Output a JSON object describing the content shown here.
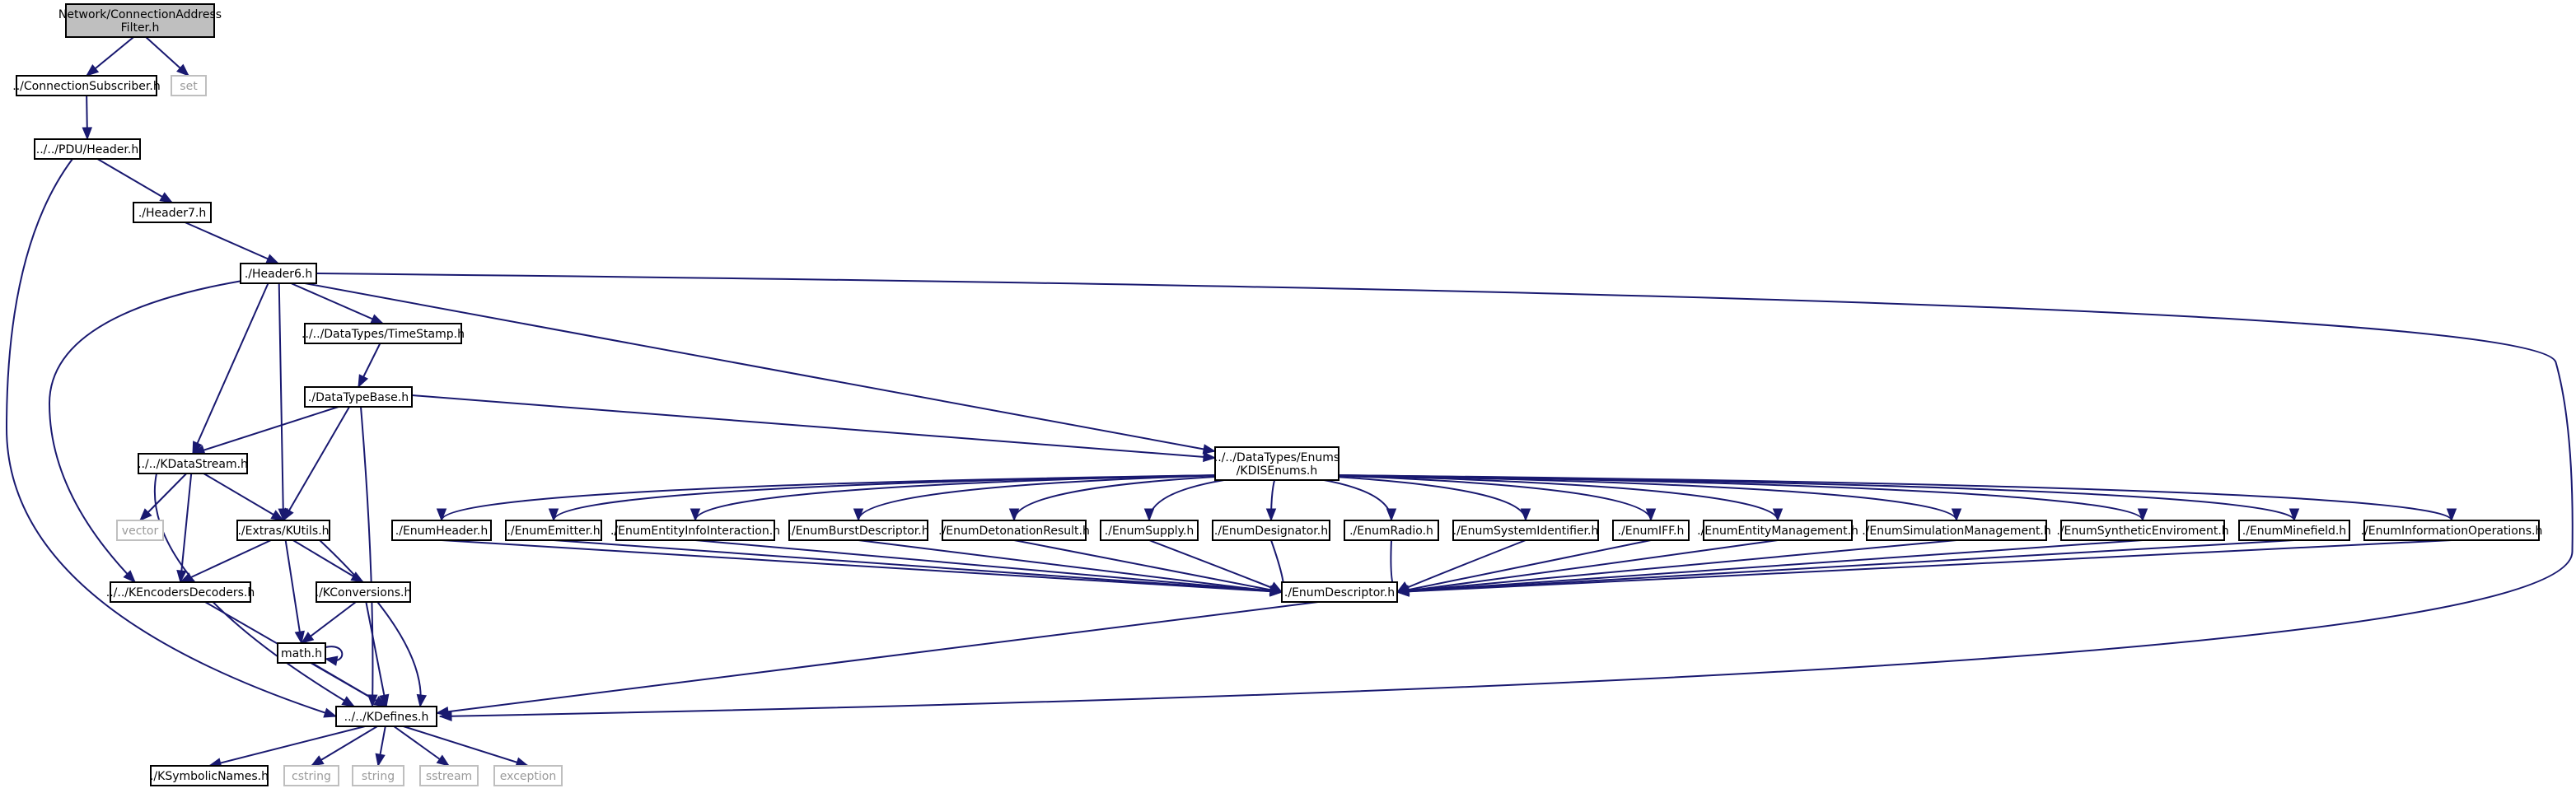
{
  "diagram": {
    "type": "include-dependency-graph",
    "colors": {
      "edge": "#191970",
      "node_border": "#000000",
      "external_border": "#bfbfbf",
      "external_text": "#9a9a9a",
      "root_fill": "#bfbfbf",
      "background": "#ffffff"
    },
    "nodes": [
      {
        "id": "root",
        "lines": [
          "Network/ConnectionAddress",
          "Filter.h"
        ],
        "kind": "root"
      },
      {
        "id": "connsub",
        "lines": [
          "../ConnectionSubscriber.h"
        ],
        "kind": "file"
      },
      {
        "id": "set",
        "lines": [
          "set"
        ],
        "kind": "external"
      },
      {
        "id": "pduheader",
        "lines": [
          "../../PDU/Header.h"
        ],
        "kind": "file"
      },
      {
        "id": "header7",
        "lines": [
          "./Header7.h"
        ],
        "kind": "file"
      },
      {
        "id": "header6",
        "lines": [
          "./Header6.h"
        ],
        "kind": "file"
      },
      {
        "id": "timestamp",
        "lines": [
          "../../DataTypes/TimeStamp.h"
        ],
        "kind": "file"
      },
      {
        "id": "datatypebase",
        "lines": [
          "./DataTypeBase.h"
        ],
        "kind": "file"
      },
      {
        "id": "kdisenums",
        "lines": [
          "../../DataTypes/Enums",
          "/KDISEnums.h"
        ],
        "kind": "file"
      },
      {
        "id": "kdatastream",
        "lines": [
          "../../KDataStream.h"
        ],
        "kind": "file"
      },
      {
        "id": "vector",
        "lines": [
          "vector"
        ],
        "kind": "external"
      },
      {
        "id": "kutils",
        "lines": [
          "./Extras/KUtils.h"
        ],
        "kind": "file"
      },
      {
        "id": "kencdec",
        "lines": [
          "../../KEncodersDecoders.h"
        ],
        "kind": "file"
      },
      {
        "id": "kconv",
        "lines": [
          "./KConversions.h"
        ],
        "kind": "file"
      },
      {
        "id": "math",
        "lines": [
          "math.h"
        ],
        "kind": "file"
      },
      {
        "id": "kdefines",
        "lines": [
          "../../KDefines.h"
        ],
        "kind": "file"
      },
      {
        "id": "ksymbolic",
        "lines": [
          "./KSymbolicNames.h"
        ],
        "kind": "file"
      },
      {
        "id": "cstring",
        "lines": [
          "cstring"
        ],
        "kind": "external"
      },
      {
        "id": "string",
        "lines": [
          "string"
        ],
        "kind": "external"
      },
      {
        "id": "sstream",
        "lines": [
          "sstream"
        ],
        "kind": "external"
      },
      {
        "id": "exception",
        "lines": [
          "exception"
        ],
        "kind": "external"
      },
      {
        "id": "enumheader",
        "lines": [
          "./EnumHeader.h"
        ],
        "kind": "file"
      },
      {
        "id": "enumemitter",
        "lines": [
          "./EnumEmitter.h"
        ],
        "kind": "file"
      },
      {
        "id": "enumentityinfo",
        "lines": [
          "./EnumEntityInfoInteraction.h"
        ],
        "kind": "file"
      },
      {
        "id": "enumburst",
        "lines": [
          "./EnumBurstDescriptor.h"
        ],
        "kind": "file"
      },
      {
        "id": "enumdetonation",
        "lines": [
          "./EnumDetonationResult.h"
        ],
        "kind": "file"
      },
      {
        "id": "enumsupply",
        "lines": [
          "./EnumSupply.h"
        ],
        "kind": "file"
      },
      {
        "id": "enumdesignator",
        "lines": [
          "./EnumDesignator.h"
        ],
        "kind": "file"
      },
      {
        "id": "enumradio",
        "lines": [
          "./EnumRadio.h"
        ],
        "kind": "file"
      },
      {
        "id": "enumsysid",
        "lines": [
          "./EnumSystemIdentifier.h"
        ],
        "kind": "file"
      },
      {
        "id": "enumiff",
        "lines": [
          "./EnumIFF.h"
        ],
        "kind": "file"
      },
      {
        "id": "enumentitymgmt",
        "lines": [
          "./EnumEntityManagement.h"
        ],
        "kind": "file"
      },
      {
        "id": "enumsimmgmt",
        "lines": [
          "./EnumSimulationManagement.h"
        ],
        "kind": "file"
      },
      {
        "id": "enumsynthetic",
        "lines": [
          "./EnumSyntheticEnviroment.h"
        ],
        "kind": "file"
      },
      {
        "id": "enumminefield",
        "lines": [
          "./EnumMinefield.h"
        ],
        "kind": "file"
      },
      {
        "id": "enuminfoops",
        "lines": [
          "./EnumInformationOperations.h"
        ],
        "kind": "file"
      },
      {
        "id": "enumdescriptor",
        "lines": [
          "./EnumDescriptor.h"
        ],
        "kind": "file"
      }
    ],
    "edges": [
      [
        "root",
        "connsub"
      ],
      [
        "root",
        "set"
      ],
      [
        "connsub",
        "pduheader"
      ],
      [
        "pduheader",
        "header7"
      ],
      [
        "pduheader",
        "kdefines"
      ],
      [
        "header7",
        "header6"
      ],
      [
        "header6",
        "timestamp"
      ],
      [
        "header6",
        "kdisenums"
      ],
      [
        "header6",
        "kdatastream"
      ],
      [
        "header6",
        "kutils"
      ],
      [
        "header6",
        "kencdec"
      ],
      [
        "header6",
        "kdefines"
      ],
      [
        "timestamp",
        "datatypebase"
      ],
      [
        "datatypebase",
        "kdatastream"
      ],
      [
        "datatypebase",
        "kutils"
      ],
      [
        "datatypebase",
        "kdefines"
      ],
      [
        "datatypebase",
        "kdisenums"
      ],
      [
        "kdatastream",
        "vector"
      ],
      [
        "kdatastream",
        "kutils"
      ],
      [
        "kdatastream",
        "kencdec"
      ],
      [
        "kdatastream",
        "kdefines"
      ],
      [
        "kutils",
        "kencdec"
      ],
      [
        "kutils",
        "kconv"
      ],
      [
        "kutils",
        "math"
      ],
      [
        "kutils",
        "kdefines"
      ],
      [
        "kconv",
        "math"
      ],
      [
        "kconv",
        "kdefines"
      ],
      [
        "math",
        "math"
      ],
      [
        "math",
        "kdefines"
      ],
      [
        "kencdec",
        "kdefines"
      ],
      [
        "kdefines",
        "ksymbolic"
      ],
      [
        "kdefines",
        "cstring"
      ],
      [
        "kdefines",
        "string"
      ],
      [
        "kdefines",
        "sstream"
      ],
      [
        "kdefines",
        "exception"
      ],
      [
        "kdisenums",
        "enumheader"
      ],
      [
        "kdisenums",
        "enumemitter"
      ],
      [
        "kdisenums",
        "enumentityinfo"
      ],
      [
        "kdisenums",
        "enumburst"
      ],
      [
        "kdisenums",
        "enumdetonation"
      ],
      [
        "kdisenums",
        "enumsupply"
      ],
      [
        "kdisenums",
        "enumdesignator"
      ],
      [
        "kdisenums",
        "enumradio"
      ],
      [
        "kdisenums",
        "enumsysid"
      ],
      [
        "kdisenums",
        "enumiff"
      ],
      [
        "kdisenums",
        "enumentitymgmt"
      ],
      [
        "kdisenums",
        "enumsimmgmt"
      ],
      [
        "kdisenums",
        "enumsynthetic"
      ],
      [
        "kdisenums",
        "enumminefield"
      ],
      [
        "kdisenums",
        "enuminfoops"
      ],
      [
        "enumheader",
        "enumdescriptor"
      ],
      [
        "enumemitter",
        "enumdescriptor"
      ],
      [
        "enumentityinfo",
        "enumdescriptor"
      ],
      [
        "enumburst",
        "enumdescriptor"
      ],
      [
        "enumdetonation",
        "enumdescriptor"
      ],
      [
        "enumsupply",
        "enumdescriptor"
      ],
      [
        "enumdesignator",
        "enumdescriptor"
      ],
      [
        "enumradio",
        "enumdescriptor"
      ],
      [
        "enumsysid",
        "enumdescriptor"
      ],
      [
        "enumiff",
        "enumdescriptor"
      ],
      [
        "enumentitymgmt",
        "enumdescriptor"
      ],
      [
        "enumsimmgmt",
        "enumdescriptor"
      ],
      [
        "enumsynthetic",
        "enumdescriptor"
      ],
      [
        "enumminefield",
        "enumdescriptor"
      ],
      [
        "enuminfoops",
        "enumdescriptor"
      ],
      [
        "enumdescriptor",
        "kdefines"
      ]
    ]
  }
}
